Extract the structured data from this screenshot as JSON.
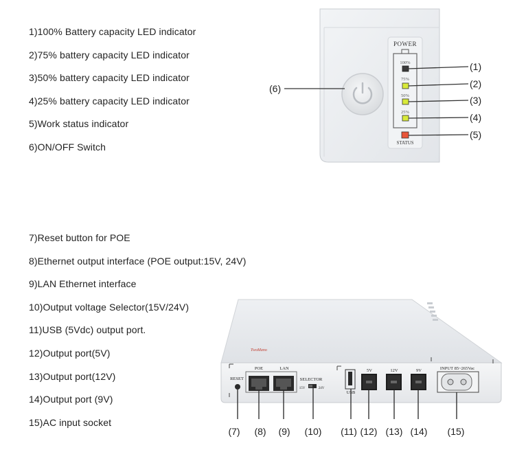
{
  "legend_top": [
    "1)100% Battery capacity LED indicator",
    "2)75% battery capacity LED indicator",
    "3)50% battery capacity LED indicator",
    "4)25% battery capacity LED indicator",
    "5)Work status indicator",
    "6)ON/OFF Switch"
  ],
  "legend_bottom": [
    "7)Reset button for POE",
    "8)Ethernet output interface (POE output:15V, 24V)",
    "9)LAN Ethernet interface",
    "10)Output voltage Selector(15V/24V)",
    "11)USB (5Vdc) output port.",
    "12)Output port(5V)",
    "13)Output port(12V)",
    "14)Output port (9V)",
    "15)AC input socket"
  ],
  "top_panel": {
    "power_label": "POWER",
    "status_label": "STATUS",
    "led_levels": [
      "100%",
      "75%",
      "50%",
      "25%"
    ],
    "callouts": [
      "(1)",
      "(2)",
      "(3)",
      "(4)",
      "(5)"
    ],
    "switch_callout": "(6)"
  },
  "front_panel": {
    "reset_label": "RESET",
    "poe_label": "POE",
    "lan_label": "LAN",
    "selector_label": "SELECTOR",
    "selector_15v": "15V",
    "selector_24v": "24V",
    "usb_label": "USB",
    "port_5v": "5V",
    "port_12v": "12V",
    "port_9v": "9V",
    "input_label": "INPUT 85~265Vac",
    "callouts": [
      "(7)",
      "(8)",
      "(9)",
      "(10)",
      "(11)",
      "(12)",
      "(13)",
      "(14)",
      "(15)"
    ]
  },
  "colors": {
    "led_green": "#d8ea3a",
    "led_dark": "#3a3a3a",
    "led_status": "#e8553a",
    "device_body": "#eceef1"
  }
}
